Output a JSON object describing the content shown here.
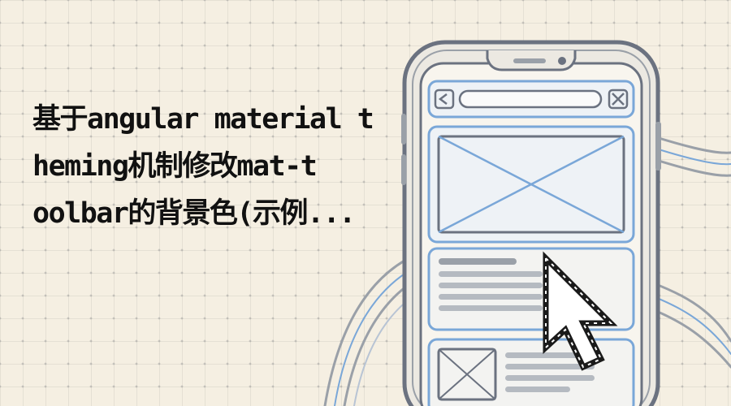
{
  "title": {
    "lines": [
      "基于angular material t",
      "heming机制修改mat-t",
      "oolbar的背景色(示例..."
    ]
  },
  "illustration": {
    "icon": "phone-wireframe-with-cursor",
    "colors": {
      "stroke": "#6b7280",
      "accent": "#7aa7d8",
      "paper": "#f5efe2"
    }
  }
}
